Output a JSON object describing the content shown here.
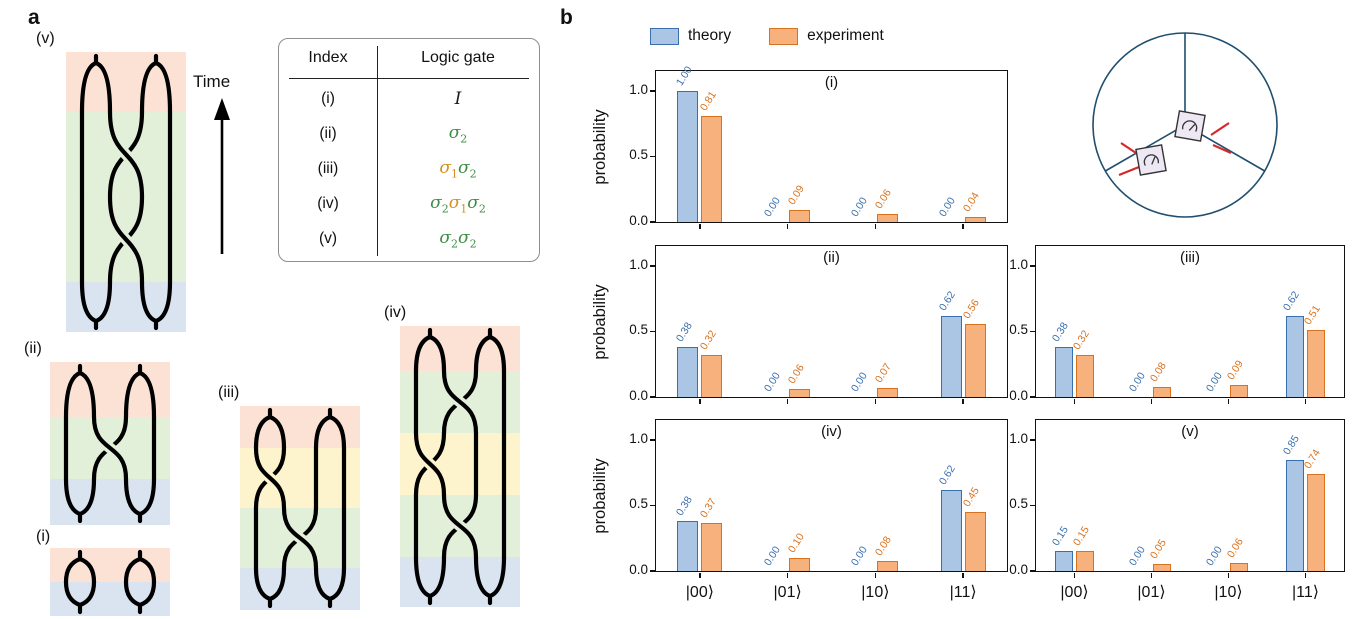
{
  "figure": {
    "panel_a_label": "a",
    "panel_b_label": "b",
    "time_label": "Time",
    "diagram_labels": {
      "i": "(i)",
      "ii": "(ii)",
      "iii": "(iii)",
      "iv": "(iv)",
      "v": "(v)"
    },
    "table": {
      "headers": [
        "Index",
        "Logic gate"
      ],
      "rows": [
        {
          "index": "(i)",
          "gate": [
            {
              "base": "I",
              "sub": "",
              "color": "#1a1a1a"
            }
          ]
        },
        {
          "index": "(ii)",
          "gate": [
            {
              "base": "σ",
              "sub": "2",
              "color": "#3e8e44"
            }
          ]
        },
        {
          "index": "(iii)",
          "gate": [
            {
              "base": "σ",
              "sub": "1",
              "color": "#d49021"
            },
            {
              "base": "σ",
              "sub": "2",
              "color": "#3e8e44"
            }
          ]
        },
        {
          "index": "(iv)",
          "gate": [
            {
              "base": "σ",
              "sub": "2",
              "color": "#3e8e44"
            },
            {
              "base": "σ",
              "sub": "1",
              "color": "#d49021"
            },
            {
              "base": "σ",
              "sub": "2",
              "color": "#3e8e44"
            }
          ]
        },
        {
          "index": "(v)",
          "gate": [
            {
              "base": "σ",
              "sub": "2",
              "color": "#3e8e44"
            },
            {
              "base": "σ",
              "sub": "2",
              "color": "#3e8e44"
            }
          ]
        }
      ]
    },
    "legend": {
      "theory": "theory",
      "experiment": "experiment"
    },
    "colors": {
      "theory_fill": "#aac6e4",
      "theory_edge": "#3a6fae",
      "experiment_fill": "#f6b17c",
      "experiment_edge": "#d8721f",
      "band_pink": "#fbe2d5",
      "band_green": "#e2efd9",
      "band_blue": "#dae4f1",
      "band_yellow": "#fdf3cd",
      "circle_stroke": "#1f4e6e",
      "wire_red": "#d42a2a"
    }
  },
  "chart_data": [
    {
      "type": "bar",
      "id": "i",
      "title": "(i)",
      "categories": [
        "|00⟩",
        "|01⟩",
        "|10⟩",
        "|11⟩"
      ],
      "series": [
        {
          "name": "theory",
          "values": [
            1.0,
            0.0,
            0.0,
            0.0
          ]
        },
        {
          "name": "experiment",
          "values": [
            0.81,
            0.09,
            0.06,
            0.04
          ]
        }
      ],
      "ylabel": "probability",
      "yticks": [
        0.0,
        0.5,
        1.0
      ],
      "ylim": [
        0,
        1.15
      ],
      "show_xticklabels": false
    },
    {
      "type": "bar",
      "id": "ii",
      "title": "(ii)",
      "categories": [
        "|00⟩",
        "|01⟩",
        "|10⟩",
        "|11⟩"
      ],
      "series": [
        {
          "name": "theory",
          "values": [
            0.38,
            0.0,
            0.0,
            0.62
          ]
        },
        {
          "name": "experiment",
          "values": [
            0.32,
            0.06,
            0.07,
            0.56
          ]
        }
      ],
      "ylabel": "probability",
      "yticks": [
        0.0,
        0.5,
        1.0
      ],
      "ylim": [
        0,
        1.15
      ],
      "show_xticklabels": false
    },
    {
      "type": "bar",
      "id": "iii",
      "title": "(iii)",
      "categories": [
        "|00⟩",
        "|01⟩",
        "|10⟩",
        "|11⟩"
      ],
      "series": [
        {
          "name": "theory",
          "values": [
            0.38,
            0.0,
            0.0,
            0.62
          ]
        },
        {
          "name": "experiment",
          "values": [
            0.32,
            0.08,
            0.09,
            0.51
          ]
        }
      ],
      "ylabel": "",
      "yticks": [
        0.0,
        0.5,
        1.0
      ],
      "ylim": [
        0,
        1.15
      ],
      "show_xticklabels": false
    },
    {
      "type": "bar",
      "id": "iv",
      "title": "(iv)",
      "categories": [
        "|00⟩",
        "|01⟩",
        "|10⟩",
        "|11⟩"
      ],
      "series": [
        {
          "name": "theory",
          "values": [
            0.38,
            0.0,
            0.0,
            0.62
          ]
        },
        {
          "name": "experiment",
          "values": [
            0.37,
            0.1,
            0.08,
            0.45
          ]
        }
      ],
      "ylabel": "probability",
      "yticks": [
        0.0,
        0.5,
        1.0
      ],
      "ylim": [
        0,
        1.15
      ],
      "show_xticklabels": true
    },
    {
      "type": "bar",
      "id": "v",
      "title": "(v)",
      "categories": [
        "|00⟩",
        "|01⟩",
        "|10⟩",
        "|11⟩"
      ],
      "series": [
        {
          "name": "theory",
          "values": [
            0.15,
            0.0,
            0.0,
            0.85
          ]
        },
        {
          "name": "experiment",
          "values": [
            0.15,
            0.05,
            0.06,
            0.74
          ]
        }
      ],
      "ylabel": "",
      "yticks": [
        0.0,
        0.5,
        1.0
      ],
      "ylim": [
        0,
        1.15
      ],
      "show_xticklabels": true
    }
  ]
}
